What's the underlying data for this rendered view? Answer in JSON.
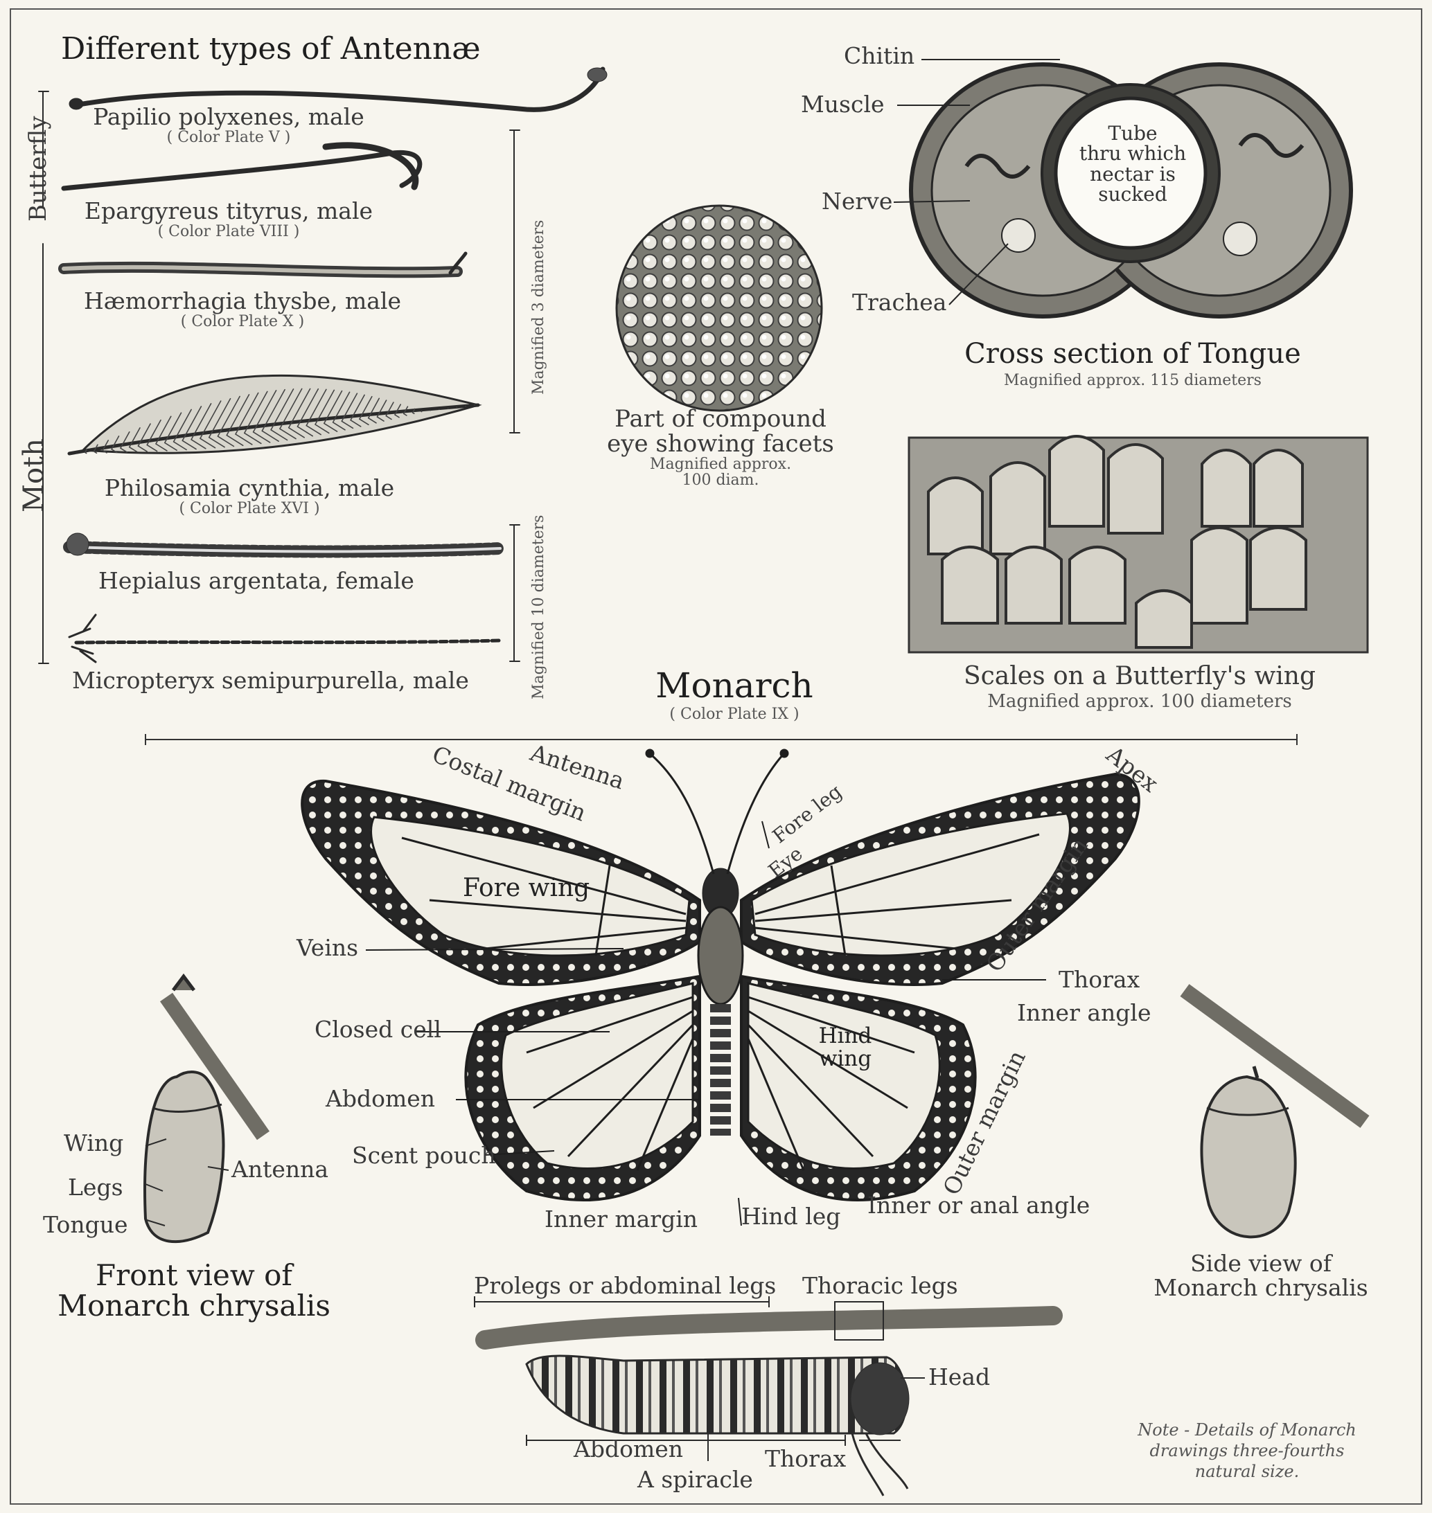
{
  "antennae": {
    "title": "Different types of Antennæ",
    "group_butterfly": "Butterfly",
    "group_moth": "Moth",
    "magnified_3": "Magnified 3 diameters",
    "magnified_10": "Magnified 10 diameters",
    "items": [
      {
        "name": "Papilio polyxenes, male",
        "plate": "( Color Plate V )"
      },
      {
        "name": "Epargyreus tityrus, male",
        "plate": "( Color Plate VIII )"
      },
      {
        "name": "Hæmorrhagia thysbe, male",
        "plate": "( Color Plate X )"
      },
      {
        "name": "Philosamia cynthia, male",
        "plate": "( Color Plate XVI )"
      },
      {
        "name": "Hepialus argentata, female",
        "plate": ""
      },
      {
        "name": "Micropteryx semipurpurella, male",
        "plate": ""
      }
    ]
  },
  "eye": {
    "caption": [
      "Part of compound",
      "eye showing facets"
    ],
    "magnification": [
      "Magnified approx.",
      "100 diam."
    ]
  },
  "tongue": {
    "labels": {
      "chitin": "Chitin",
      "muscle": "Muscle",
      "nerve": "Nerve",
      "trachea": "Trachea"
    },
    "tube": [
      "Tube",
      "thru which",
      "nectar is",
      "sucked"
    ],
    "title": "Cross section of Tongue",
    "magnification": "Magnified approx. 115 diameters"
  },
  "scales": {
    "title": "Scales on a Butterfly's wing",
    "magnification": "Magnified approx. 100 diameters"
  },
  "monarch": {
    "title": "Monarch",
    "plate": "( Color Plate IX )",
    "labels": {
      "costal_margin": "Costal margin",
      "antenna": "Antenna",
      "apex": "Apex",
      "fore_leg": "Fore leg",
      "eye": "Eye",
      "fore_wing": "Fore wing",
      "outer_margin_fore": "Outer margin",
      "veins": "Veins",
      "thorax": "Thorax",
      "inner_angle": "Inner angle",
      "closed_cell": "Closed cell",
      "hind_wing": [
        "Hind",
        "wing"
      ],
      "abdomen": "Abdomen",
      "outer_margin_hind": "Outer margin",
      "scent_pouch": "Scent pouch",
      "inner_margin": "Inner margin",
      "hind_leg": "Hind leg",
      "inner_anal_angle": "Inner or anal angle"
    }
  },
  "chrysalis_front": {
    "labels": {
      "wing": "Wing",
      "legs": "Legs",
      "tongue": "Tongue",
      "antenna": "Antenna"
    },
    "caption": [
      "Front view of",
      "Monarch chrysalis"
    ]
  },
  "chrysalis_side": {
    "caption": [
      "Side view of",
      "Monarch chrysalis"
    ]
  },
  "caterpillar": {
    "labels": {
      "prolegs": "Prolegs or abdominal legs",
      "thoracic_legs": "Thoracic legs",
      "head": "Head",
      "abdomen": "Abdomen",
      "spiracle": "A spiracle",
      "thorax": "Thorax"
    }
  },
  "note": [
    "Note - Details of Monarch",
    "drawings three-fourths",
    "natural size."
  ],
  "colors": {
    "ink": "#2b2b2b",
    "paper": "#f7f5ee"
  }
}
